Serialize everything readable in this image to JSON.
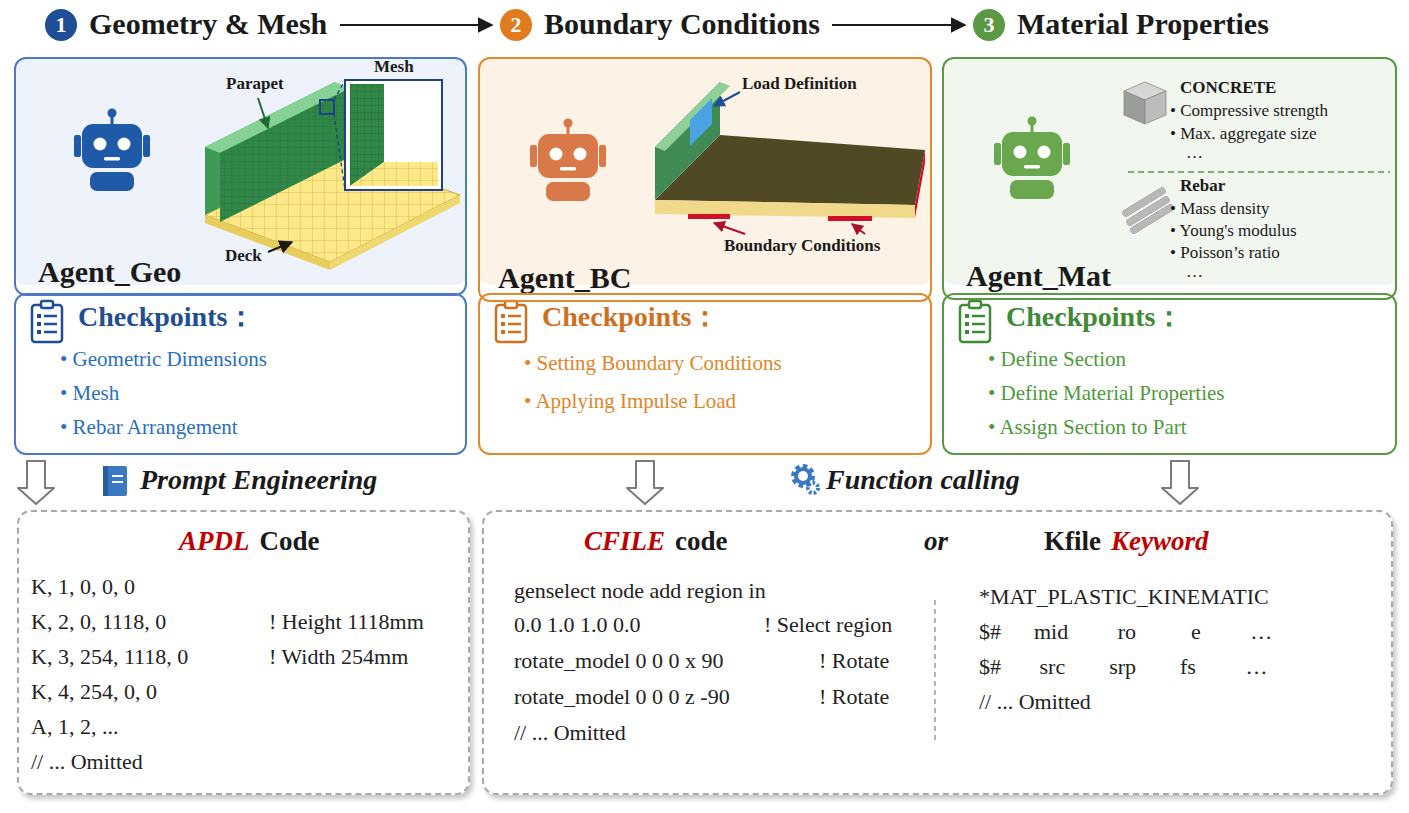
{
  "diagram": {
    "nodes": [
      {
        "text": [
          "1",
          "Geometry & Mesh"
        ]
      },
      {
        "text": [
          "2",
          "Boundary Conditions"
        ]
      },
      {
        "text": [
          "3",
          "Material Properties"
        ]
      },
      {
        "text": [
          "Agent_Geo"
        ]
      },
      {
        "text": [
          "Agent_BC"
        ]
      },
      {
        "text": [
          "Agent_Mat"
        ]
      },
      {
        "text": [
          "Checkpoints：",
          "• Geometric Dimensions",
          "• Mesh",
          "• Rebar Arrangement"
        ]
      },
      {
        "text": [
          "Checkpoints：",
          "• Setting Boundary Conditions",
          "• Applying Impulse Load"
        ]
      },
      {
        "text": [
          "Checkpoints：",
          "• Define Section",
          "• Define Material Properties",
          "• Assign Section to Part"
        ]
      },
      {
        "text": [
          "APDL",
          "Code",
          "K, 1, 0, 0, 0",
          "K, 2, 0, 1118, 0",
          "! Height 1118mm",
          "K, 3, 254, 1118, 0",
          "! Width 254mm",
          "K, 4, 254, 0, 0",
          "A, 1, 2, ...",
          "// ... Omitted"
        ]
      },
      {
        "text": [
          "CFILE",
          "code",
          "or",
          "Kfile",
          "Keyword",
          "genselect node add region in",
          "0.0 1.0 1.0 0.0",
          "! Select region",
          "rotate_model 0 0 0 x 90",
          "! Rotate",
          "rotate_model 0 0 0 z -90",
          "! Rotate",
          "// ... Omitted",
          "*MAT_PLASTIC_KINEMATIC",
          "$#      mid         ro          e         …",
          "$#       src        srp        fs         …",
          "// ... Omitted"
        ]
      }
    ],
    "edges": [
      {
        "from": 0,
        "to": 1,
        "arrow": "to"
      },
      {
        "from": 1,
        "to": 2,
        "arrow": "to"
      },
      {
        "from": 6,
        "to": 9,
        "arrow": "to"
      },
      {
        "from": 7,
        "to": 10,
        "arrow": "to"
      },
      {
        "from": 8,
        "to": 10,
        "arrow": "to"
      }
    ],
    "labels": [
      "Parapet",
      "Mesh",
      "Deck",
      "Load Definition",
      "Boundary Conditions",
      "CONCRETE",
      "• Compressive strength",
      "• Max. aggregate size",
      "…",
      "Rebar",
      "• Mass density",
      "• Young's modulus",
      "• Poisson’s ratio",
      "…",
      "Prompt Engineering",
      "Function calling"
    ]
  }
}
